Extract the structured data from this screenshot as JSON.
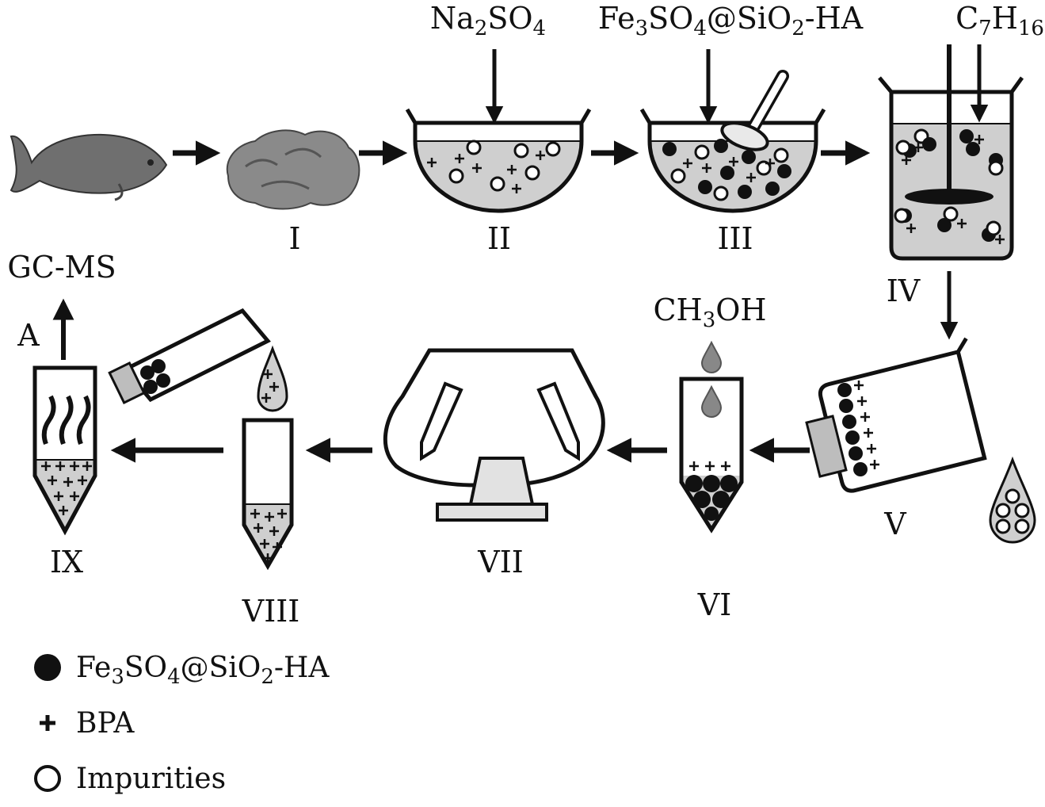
{
  "reagents": {
    "na2so4": {
      "main1": "Na",
      "sub1": "2",
      "main2": "SO",
      "sub2": "4"
    },
    "sorbent": {
      "main1": "Fe",
      "sub1": "3",
      "main2": "SO",
      "sub2": "4",
      "main3": "@SiO",
      "sub3": "2",
      "main4": "-HA"
    },
    "heptane": {
      "main1": "C",
      "sub1": "7",
      "main2": "H",
      "sub2": "16"
    },
    "methanol": {
      "main1": "CH",
      "sub1": "3",
      "main2": "OH"
    }
  },
  "steps": {
    "s1": "I",
    "s2": "II",
    "s3": "III",
    "s4": "IV",
    "s5": "V",
    "s6": "VI",
    "s7": "VII",
    "s8": "VIII",
    "s9": "IX"
  },
  "output": {
    "detector": "GC-MS",
    "point": "A"
  },
  "legend": {
    "sorbent": {
      "main1": "Fe",
      "sub1": "3",
      "main2": "SO",
      "sub2": "4",
      "main3": "@SiO",
      "sub3": "2",
      "main4": "-HA"
    },
    "bpa": "BPA",
    "impurities": "Impurities"
  },
  "colors": {
    "ink": "#111111",
    "liquid": "#cfcfcf",
    "fish": "#6f6f6f",
    "tissue": "#8a8a8a"
  }
}
